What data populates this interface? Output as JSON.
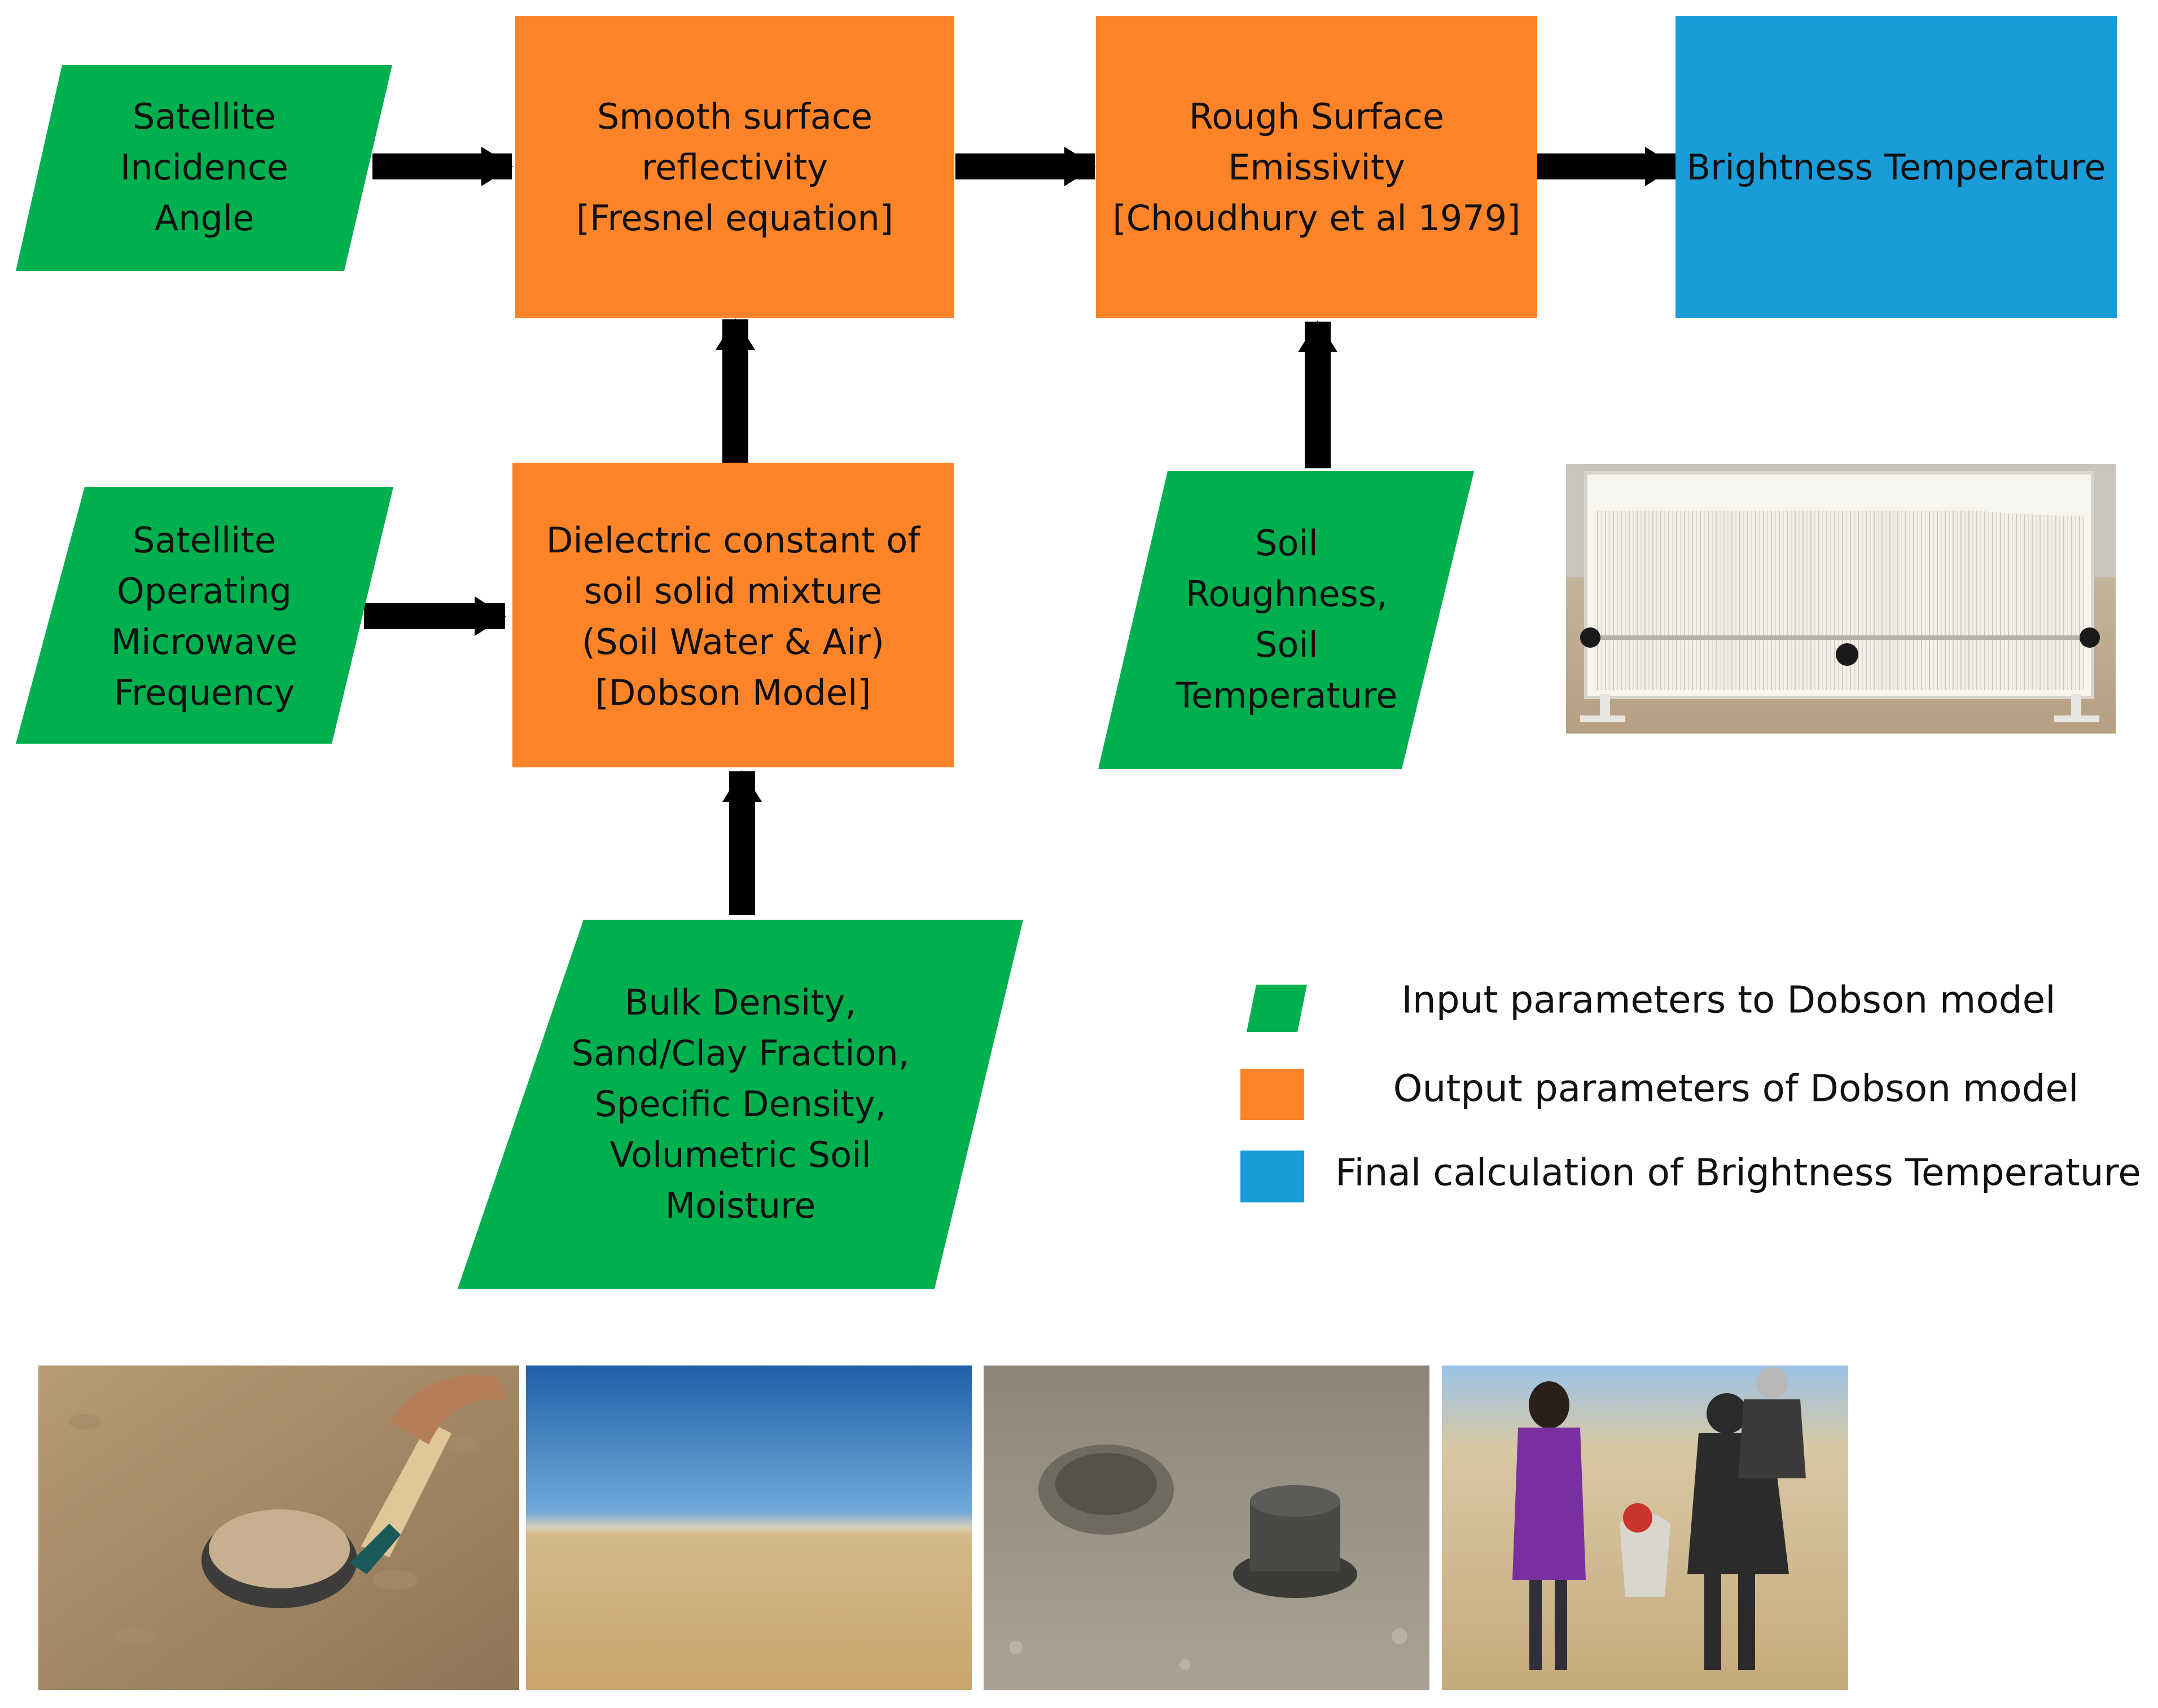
{
  "colors": {
    "input": "#00b04f",
    "output": "#fd8328",
    "final": "#1a9cd8",
    "arrow": "#000000"
  },
  "nodes": {
    "satellite_incidence_angle": [
      "Satellite",
      "Incidence",
      "Angle"
    ],
    "satellite_frequency": [
      "Satellite",
      "Operating",
      "Microwave",
      "Frequency"
    ],
    "smooth_surface": [
      "Smooth surface",
      "reflectivity",
      "[Fresnel equation]"
    ],
    "rough_surface": [
      "Rough Surface",
      "Emissivity",
      "[Choudhury et al 1979]"
    ],
    "brightness_temperature": [
      "Brightness Temperature"
    ],
    "dielectric": [
      "Dielectric constant of",
      "soil solid mixture",
      "(Soil Water & Air)",
      "[Dobson Model]"
    ],
    "soil_roughness": [
      "Soil",
      "Roughness,",
      "Soil",
      "Temperature"
    ],
    "soil_properties": [
      "Bulk Density,",
      "Sand/Clay Fraction,",
      "Specific Density,",
      "Volumetric Soil",
      "Moisture"
    ]
  },
  "legend": {
    "input": "Input parameters to Dobson model",
    "output": "Output parameters of Dobson model",
    "final": "Final calculation of Brightness Temperature"
  },
  "photos": [
    "roughness-board-photo",
    "soil-sampling-ring-photo",
    "desert-landscape-photo",
    "soil-core-pit-photo",
    "field-team-photo"
  ]
}
